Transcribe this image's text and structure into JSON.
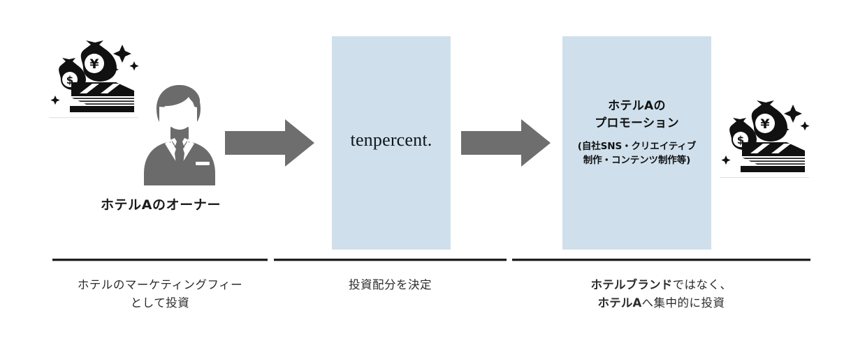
{
  "diagram": {
    "title": "tenpercent investment flow",
    "colors": {
      "panel_blue": "#cfe0ec",
      "arrow_gray": "#6e6e6e",
      "person_gray": "#6b6b6b",
      "rule_dark": "#1f1f1f",
      "text_dark": "#1a1a1a"
    },
    "columns": [
      {
        "id": "hotel-owner",
        "label": "ホテルAのオーナー",
        "caption_line1": "ホテルのマーケティングフィー",
        "caption_line2": "として投資",
        "icons": [
          "money-stack-icon",
          "businessman-icon"
        ]
      },
      {
        "id": "tenpercent",
        "logo": "tenpercent.",
        "caption_line1": "投資配分を決定",
        "icons": []
      },
      {
        "id": "promotion",
        "promo_title_line1": "ホテルAの",
        "promo_title_line2": "プロモーション",
        "promo_sub_line1": "(自社SNS・クリエイティブ",
        "promo_sub_line2": "制作・コンテンツ制作等)",
        "caption_line1_bold": "ホテルブランド",
        "caption_line1_rest": "ではなく、",
        "caption_line2_bold": "ホテルA",
        "caption_line2_rest": "へ集中的に投資",
        "icons": [
          "money-stack-icon"
        ]
      }
    ],
    "arrows": [
      {
        "id": "arrow-owner-to-tenpercent",
        "direction": "right"
      },
      {
        "id": "arrow-tenpercent-to-promotion",
        "direction": "right"
      }
    ]
  }
}
